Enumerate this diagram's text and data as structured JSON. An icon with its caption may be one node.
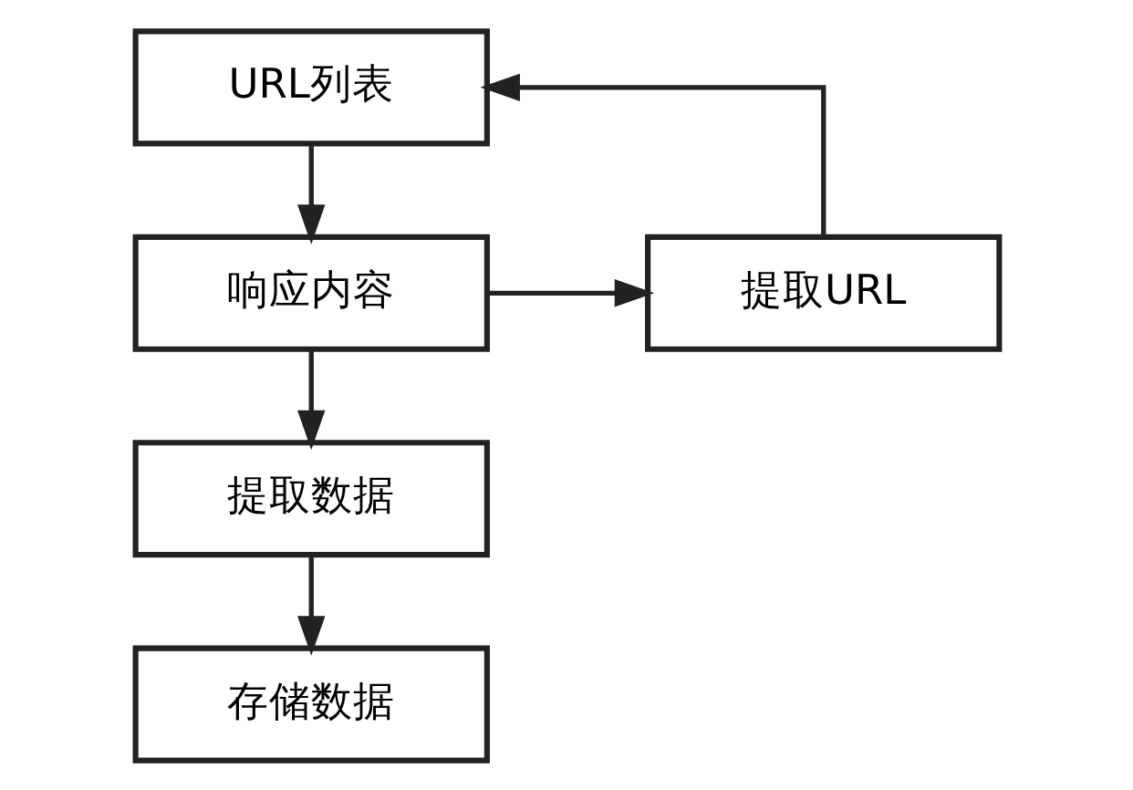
{
  "diagram": {
    "nodes": [
      {
        "text": [
          "URL列表"
        ]
      },
      {
        "text": [
          "响应内容"
        ]
      },
      {
        "text": [
          "提取URL"
        ]
      },
      {
        "text": [
          "提取数据"
        ]
      },
      {
        "text": [
          "存储数据"
        ]
      }
    ],
    "edges": [
      {
        "from": 0,
        "to": 1,
        "arrow": "to"
      },
      {
        "from": 1,
        "to": 2,
        "arrow": "to"
      },
      {
        "from": 2,
        "to": 0,
        "arrow": "to"
      },
      {
        "from": 1,
        "to": 3,
        "arrow": "to"
      },
      {
        "from": 3,
        "to": 4,
        "arrow": "to"
      }
    ]
  }
}
